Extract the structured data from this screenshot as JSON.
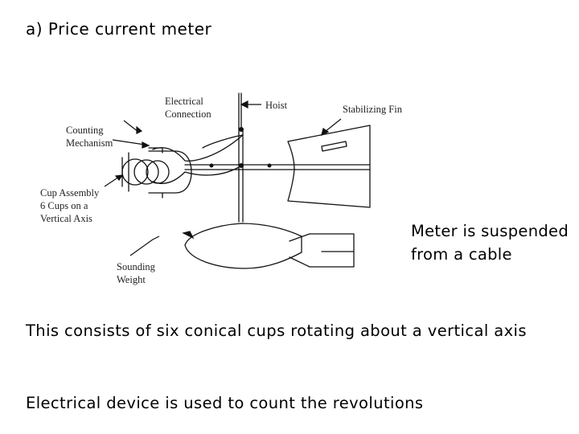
{
  "slide": {
    "title": "a) Price current meter",
    "note": "Meter is suspended from a cable",
    "description_1": "This consists of six conical cups rotating about a vertical axis",
    "description_2": "Electrical device is used to count the revolutions"
  },
  "diagram": {
    "labels": {
      "electrical_connection_1": "Electrical",
      "electrical_connection_2": "Connection",
      "hoist": "Hoist",
      "stabilizing_fin": "Stabilizing Fin",
      "counting_mechanism_1": "Counting",
      "counting_mechanism_2": "Mechanism",
      "cup_assembly_1": "Cup Assembly",
      "cup_assembly_2": "6 Cups on a",
      "cup_assembly_3": "Vertical Axis",
      "sounding_weight_1": "Sounding",
      "sounding_weight_2": "Weight"
    }
  }
}
